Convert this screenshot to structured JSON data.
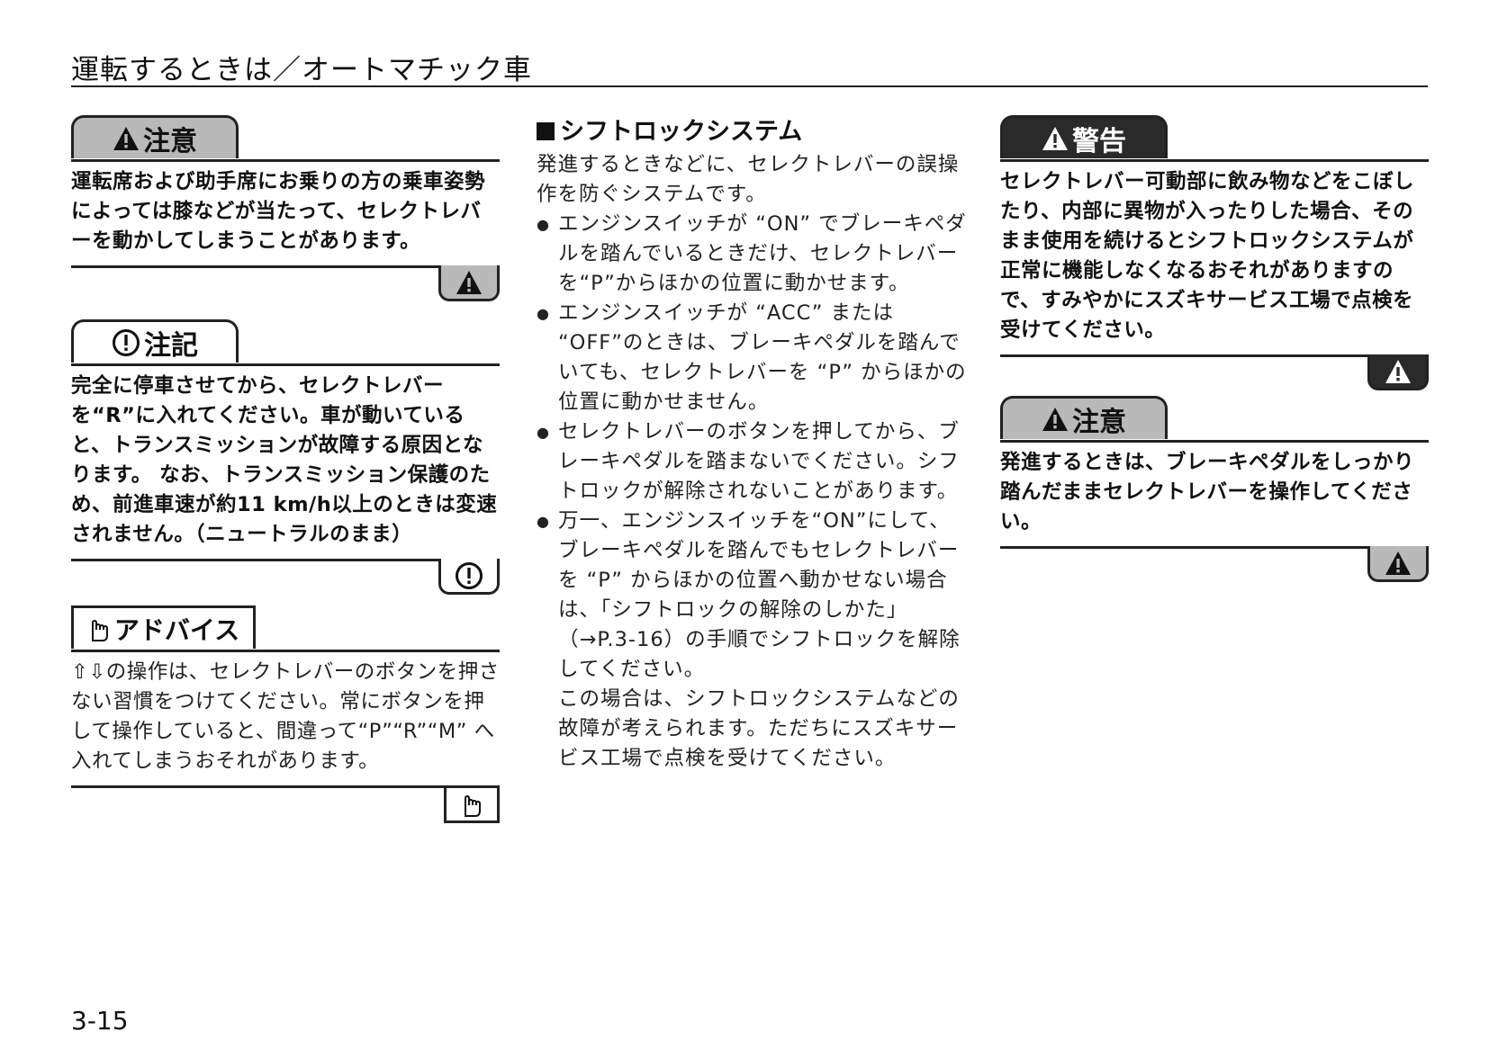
{
  "header": {
    "title": "運転するときは／オートマチック車"
  },
  "left": {
    "caution": {
      "label": "注意",
      "text": "運転席および助手席にお乗りの方の乗車姿勢によっては膝などが当たって、セレクトレバーを動かしてしまうことがあります。"
    },
    "note": {
      "label": "注記",
      "text": "完全に停車させてから、セレクトレバーを“R”に入れてください。車が動いていると、トランスミッションが故障する原因となります。 なお、トランスミッション保護のため、前進車速が約11 km/h以上のときは変速されません。（ニュートラルのまま）"
    },
    "advice": {
      "label": "アドバイス",
      "text": "⇧⇩の操作は、セレクトレバーのボタンを押さない習慣をつけてください。常にボタンを押して操作していると、間違って“P”“R”“M” へ入れてしまうおそれがあります。"
    }
  },
  "middle": {
    "title": "シフトロックシステム",
    "intro": "発進するときなどに、セレクトレバーの誤操作を防ぐシステムです。",
    "bullets": [
      "エンジンスイッチが “ON” でブレーキペダルを踏んでいるときだけ、セレクトレバーを“P”からほかの位置に動かせます。",
      "エンジンスイッチが “ACC” または “OFF”のときは、ブレーキペダルを踏んでいても、セレクトレバーを “P” からほかの位置に動かせません。",
      "セレクトレバーのボタンを押してから、ブレーキペダルを踏まないでください。シフトロックが解除されないことがあります。",
      "万一、エンジンスイッチを“ON”にして、ブレーキペダルを踏んでもセレクトレバーを “P” からほかの位置へ動かせない場合は、「シフトロックの解除のしかた」（→P.3-16）の手順でシフトロックを解除してください。"
    ],
    "followup": "この場合は、シフトロックシステムなどの故障が考えられます。ただちにスズキサービス工場で点検を受けてください。"
  },
  "right": {
    "warning": {
      "label": "警告",
      "text": "セレクトレバー可動部に飲み物などをこぼしたり、内部に異物が入ったりした場合、そのまま使用を続けるとシフトロックシステムが正常に機能しなくなるおそれがありますので、すみやかにスズキサービス工場で点検を受けてください。"
    },
    "caution": {
      "label": "注意",
      "text": "発進するときは、ブレーキペダルをしっかり踏んだままセレクトレバーを操作してください。"
    }
  },
  "footer": {
    "page_number": "3-15"
  }
}
